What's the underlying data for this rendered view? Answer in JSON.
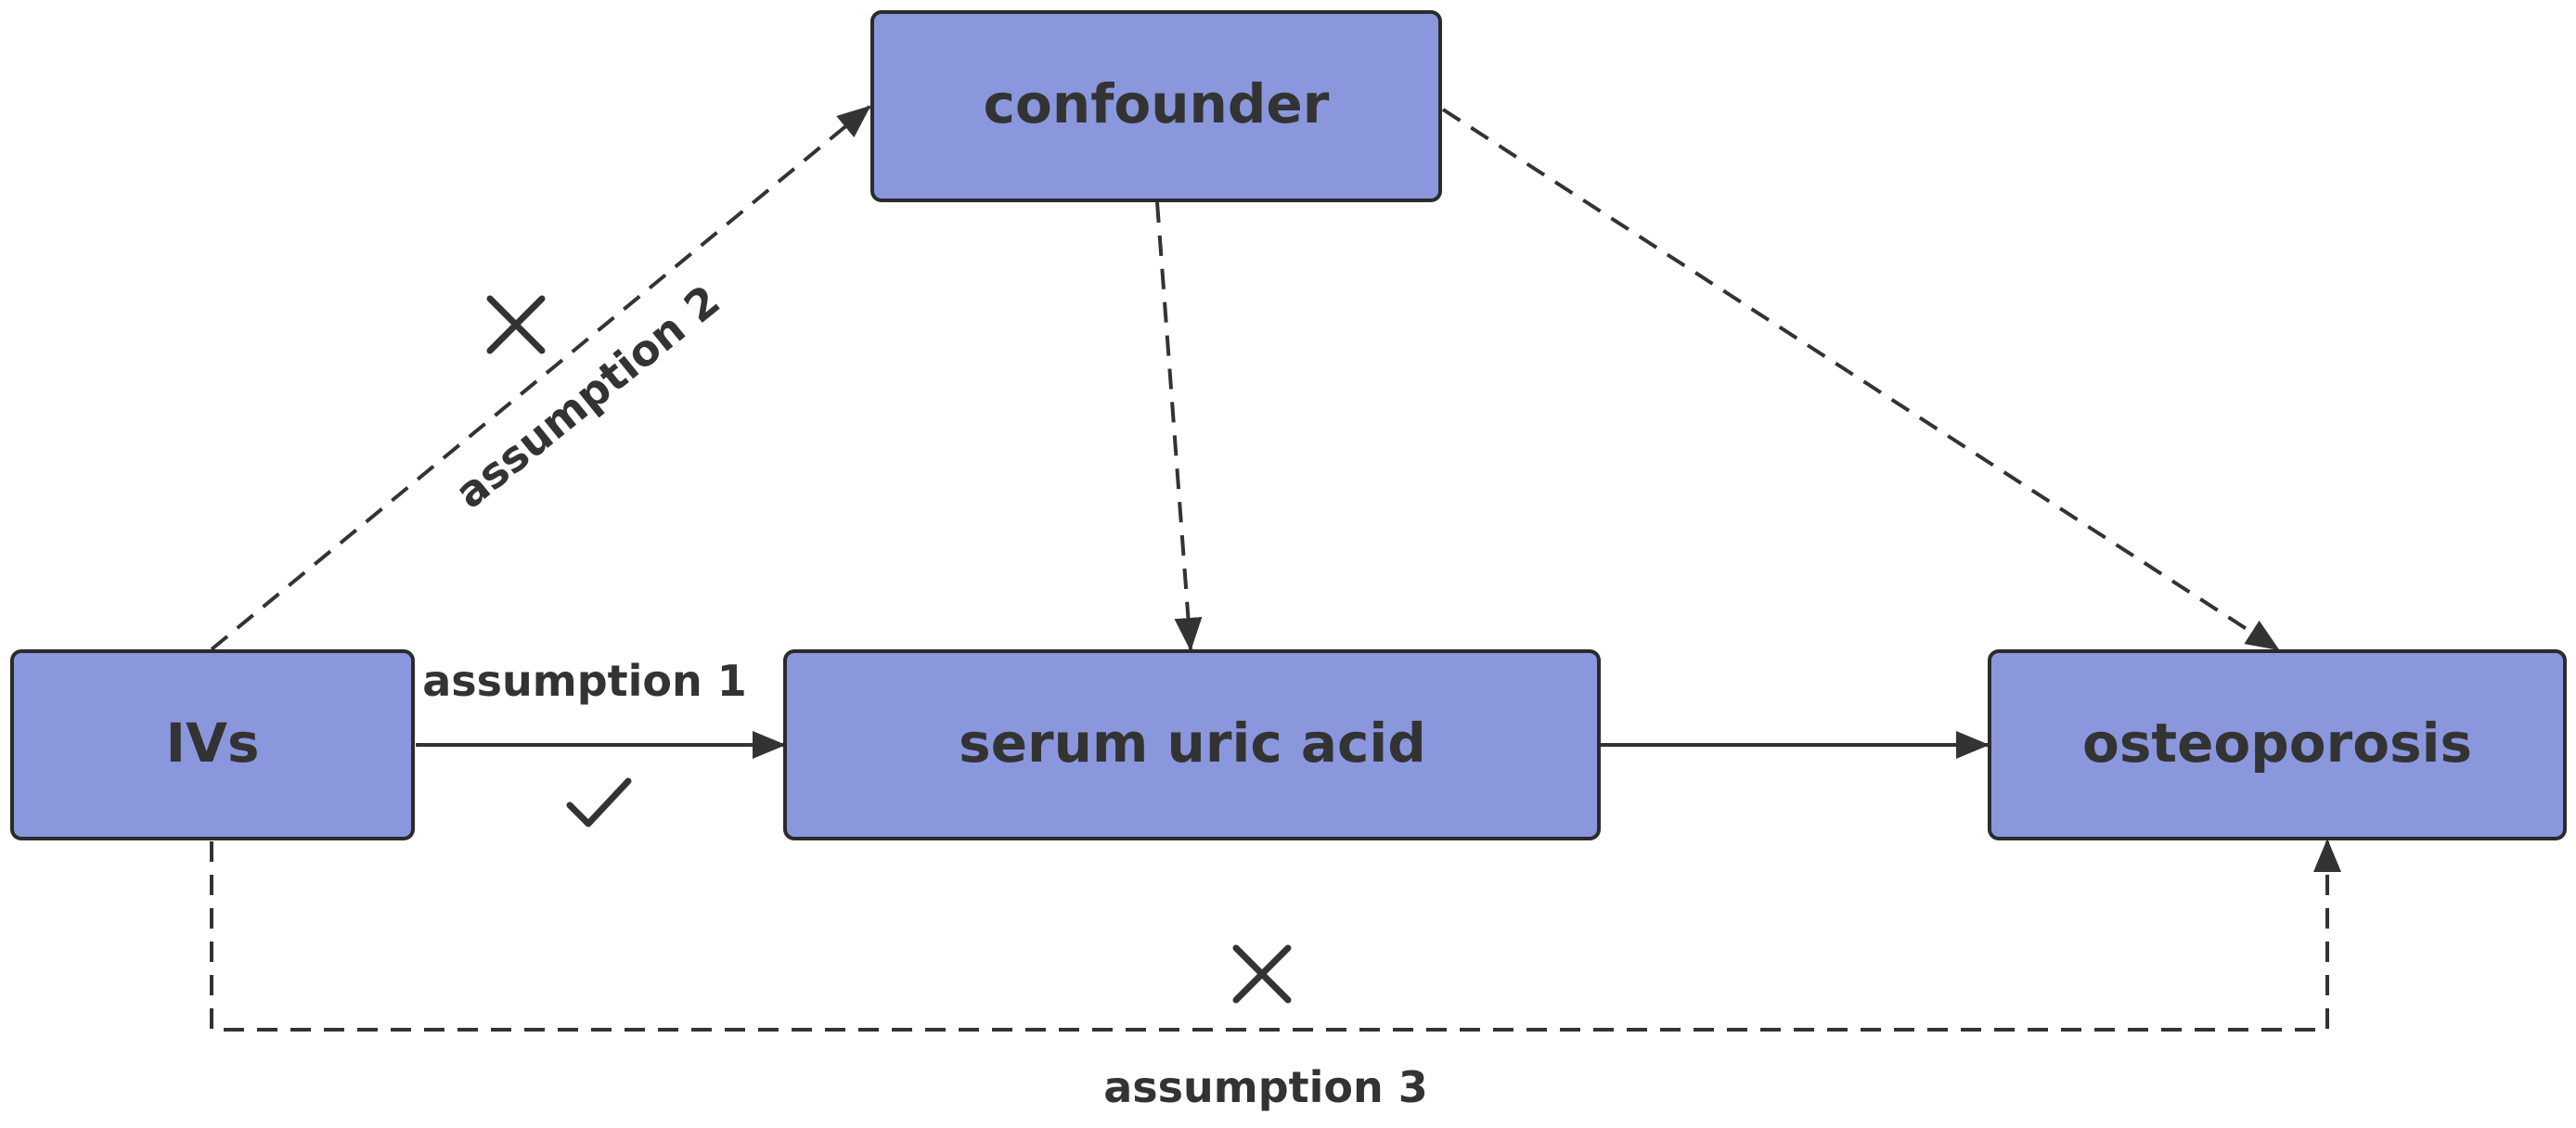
{
  "nodes": {
    "ivs": "IVs",
    "confounder": "confounder",
    "serum_uric_acid": "serum uric acid",
    "osteoporosis": "osteoporosis"
  },
  "edges": {
    "assumption_1": {
      "label": "assumption 1",
      "from": "IVs",
      "to": "serum uric acid",
      "style": "solid",
      "status": "satisfied",
      "status_icon": "check-icon"
    },
    "assumption_2": {
      "label": "assumption 2",
      "from": "IVs",
      "to": "confounder",
      "style": "dashed",
      "status": "not allowed",
      "status_icon": "cross-icon"
    },
    "assumption_3": {
      "label": "assumption 3",
      "from": "IVs",
      "to": "osteoporosis",
      "style": "dashed",
      "status": "not allowed",
      "status_icon": "cross-icon"
    },
    "exposure_outcome": {
      "from": "serum uric acid",
      "to": "osteoporosis",
      "style": "solid"
    },
    "confounder_exposure": {
      "from": "confounder",
      "to": "serum uric acid",
      "style": "dashed"
    },
    "confounder_outcome": {
      "from": "confounder",
      "to": "osteoporosis",
      "style": "dashed"
    }
  },
  "colors": {
    "node_fill": "#8b97dd",
    "node_stroke": "#2b2b2b",
    "line": "#333333",
    "background": "#ffffff"
  }
}
